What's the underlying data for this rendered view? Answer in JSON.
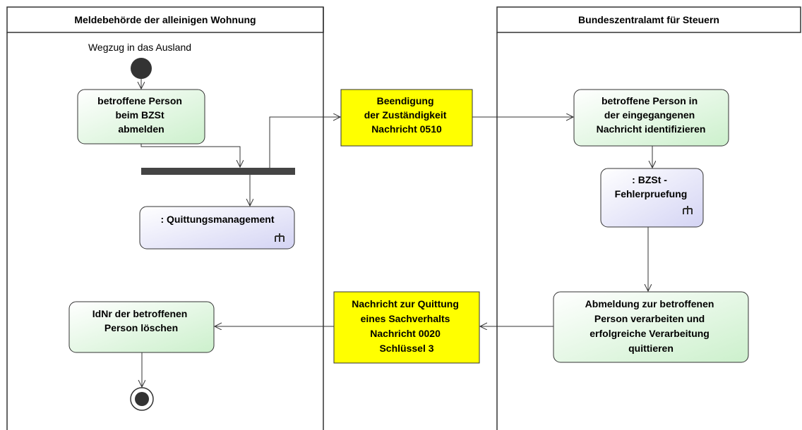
{
  "lanes": {
    "left": {
      "title": "Meldebehörde der alleinigen Wohnung"
    },
    "right": {
      "title": "Bundeszentralamt für Steuern"
    }
  },
  "start": {
    "label": "Wegzug in das Ausland"
  },
  "actions": {
    "abmelden": {
      "lines": [
        "betroffene Person",
        "beim BZSt",
        "abmelden"
      ]
    },
    "quittung_mgmt": {
      "lines": [
        ": Quittungsmanagement"
      ]
    },
    "idnr_loeschen": {
      "lines": [
        "IdNr der betroffenen",
        "Person löschen"
      ]
    },
    "identifizieren": {
      "lines": [
        "betroffene Person in",
        "der eingegangenen",
        "Nachricht identifizieren"
      ]
    },
    "fehlerpruefung": {
      "lines": [
        ": BZSt -",
        "Fehlerpruefung"
      ]
    },
    "verarbeiten": {
      "lines": [
        "Abmeldung zur betroffenen",
        "Person verarbeiten und",
        "erfolgreiche Verarbeitung",
        "quittieren"
      ]
    }
  },
  "messages": {
    "msg_0510": {
      "lines": [
        "Beendigung",
        "der Zuständigkeit",
        "Nachricht 0510"
      ]
    },
    "msg_0020": {
      "lines": [
        "Nachricht zur Quittung",
        "eines Sachverhalts",
        "Nachricht 0020",
        "Schlüssel 3"
      ]
    }
  },
  "colors": {
    "action_fill_light": "#ffffff",
    "action_fill_green": "#d8f5d8",
    "call_fill_purple": "#d8d8f5",
    "message_fill": "#ffff00",
    "line": "#333333"
  }
}
